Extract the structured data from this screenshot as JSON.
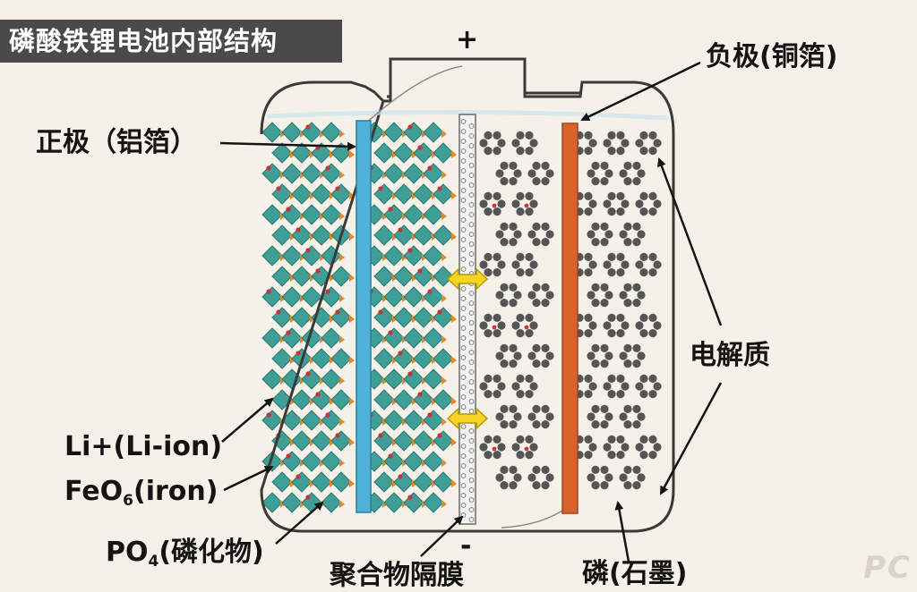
{
  "title": "磷酸铁锂电池内部结构",
  "terminals": {
    "positive": "+",
    "negative": "-"
  },
  "labels": {
    "cathode_foil": "正极（铝箔）",
    "anode_foil": "负极(铜箔)",
    "electrolyte": "电解质",
    "li_ion": "Li+(Li-ion)",
    "feo6_prefix": "FeO",
    "feo6_sub": "6",
    "feo6_suffix": "(iron)",
    "po4_prefix": "PO",
    "po4_sub": "4",
    "po4_suffix": "(磷化物)",
    "separator": "聚合物隔膜",
    "graphite": "磷(石墨)"
  },
  "watermark": "PC",
  "colors": {
    "aluminum_foil": "#4fb3d9",
    "copper_foil": "#d9622b",
    "crystal": "#3f9e96",
    "crystal_dark": "#2c7a73",
    "octahedron": "#e08a2e",
    "li_ion": "#c8323c",
    "graphite": "#555555",
    "arrow": "#f5d422",
    "casing": "#3a3a3a",
    "title_bg": "#4a4a4a"
  },
  "icons": {
    "ion_flow_arrow": "double-arrow-icon"
  }
}
